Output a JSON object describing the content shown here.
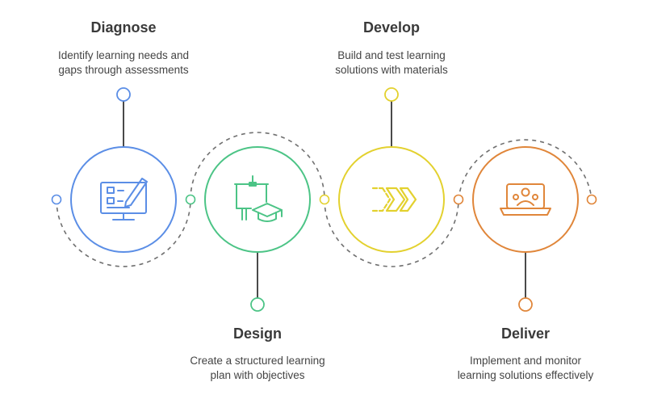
{
  "colors": {
    "diagnose": "#5b8ee6",
    "design": "#4cc486",
    "develop": "#e3d12f",
    "deliver": "#e0863a",
    "connector": "#707070"
  },
  "stages": [
    {
      "key": "diagnose",
      "title": "Diagnose",
      "desc_line1": "Identify learning needs and",
      "desc_line2": "gaps through assessments",
      "icon": "computer-checklist-icon"
    },
    {
      "key": "design",
      "title": "Design",
      "desc_line1": "Create a structured learning",
      "desc_line2": "plan with objectives",
      "icon": "presentation-board-graduation-cap-icon"
    },
    {
      "key": "develop",
      "title": "Develop",
      "desc_line1": "Build and test learning",
      "desc_line2": "solutions with materials",
      "icon": "chevrons-right-icon"
    },
    {
      "key": "deliver",
      "title": "Deliver",
      "desc_line1": "Implement and monitor",
      "desc_line2": "learning solutions effectively",
      "icon": "laptop-user-icon"
    }
  ]
}
